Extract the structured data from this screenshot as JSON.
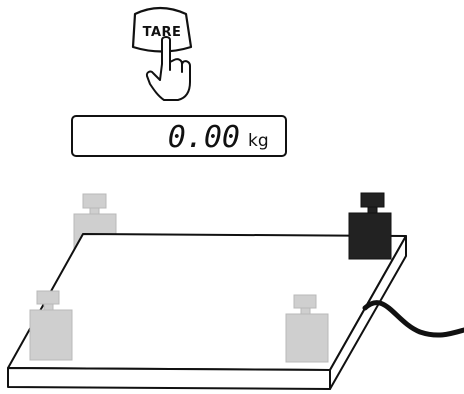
{
  "tare_button": {
    "label": "TARE"
  },
  "display": {
    "value": "0.00",
    "unit": "kg"
  },
  "colors": {
    "outline": "#111111",
    "weight_light": "#cfcfcf",
    "weight_dark": "#222222",
    "background": "#ffffff"
  },
  "icons": {
    "pointing_hand": "pointing-hand-icon",
    "weight_back_left": "weight-icon",
    "weight_back_right": "weight-icon",
    "weight_front_left": "weight-icon",
    "weight_front_right": "weight-icon"
  }
}
